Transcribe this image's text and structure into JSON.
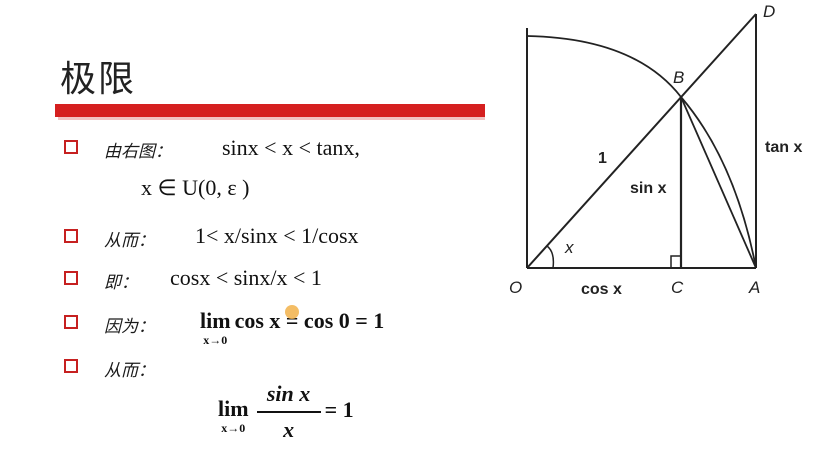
{
  "slide": {
    "title": "极限",
    "items": [
      {
        "label": "由右图：",
        "expr": "sinx < x < tanx,"
      },
      {
        "label": "",
        "expr": "x ∈ U(0,  ε )"
      },
      {
        "label": "从而：",
        "expr": "1< x/sinx < 1/cosx"
      },
      {
        "label": "即：",
        "expr": "cosx  < sinx/x < 1"
      },
      {
        "label": "因为：",
        "lim": "lim",
        "lim_sub": "x→0",
        "expr": "cos x = cos 0 = 1"
      },
      {
        "label": "从而："
      }
    ],
    "final": {
      "lim": "lim",
      "lim_sub": "x→0",
      "numerator": "sin x",
      "denominator": "x",
      "rhs": "= 1"
    }
  },
  "diagram": {
    "labels": {
      "D": "D",
      "B": "B",
      "O": "O",
      "C": "C",
      "A": "A",
      "one": "1",
      "x": "x",
      "sinx": "sin x",
      "tanx": "tan x",
      "cosx": "cos x"
    }
  },
  "colors": {
    "accent": "#d51f1f",
    "bullet": "#c62020"
  }
}
